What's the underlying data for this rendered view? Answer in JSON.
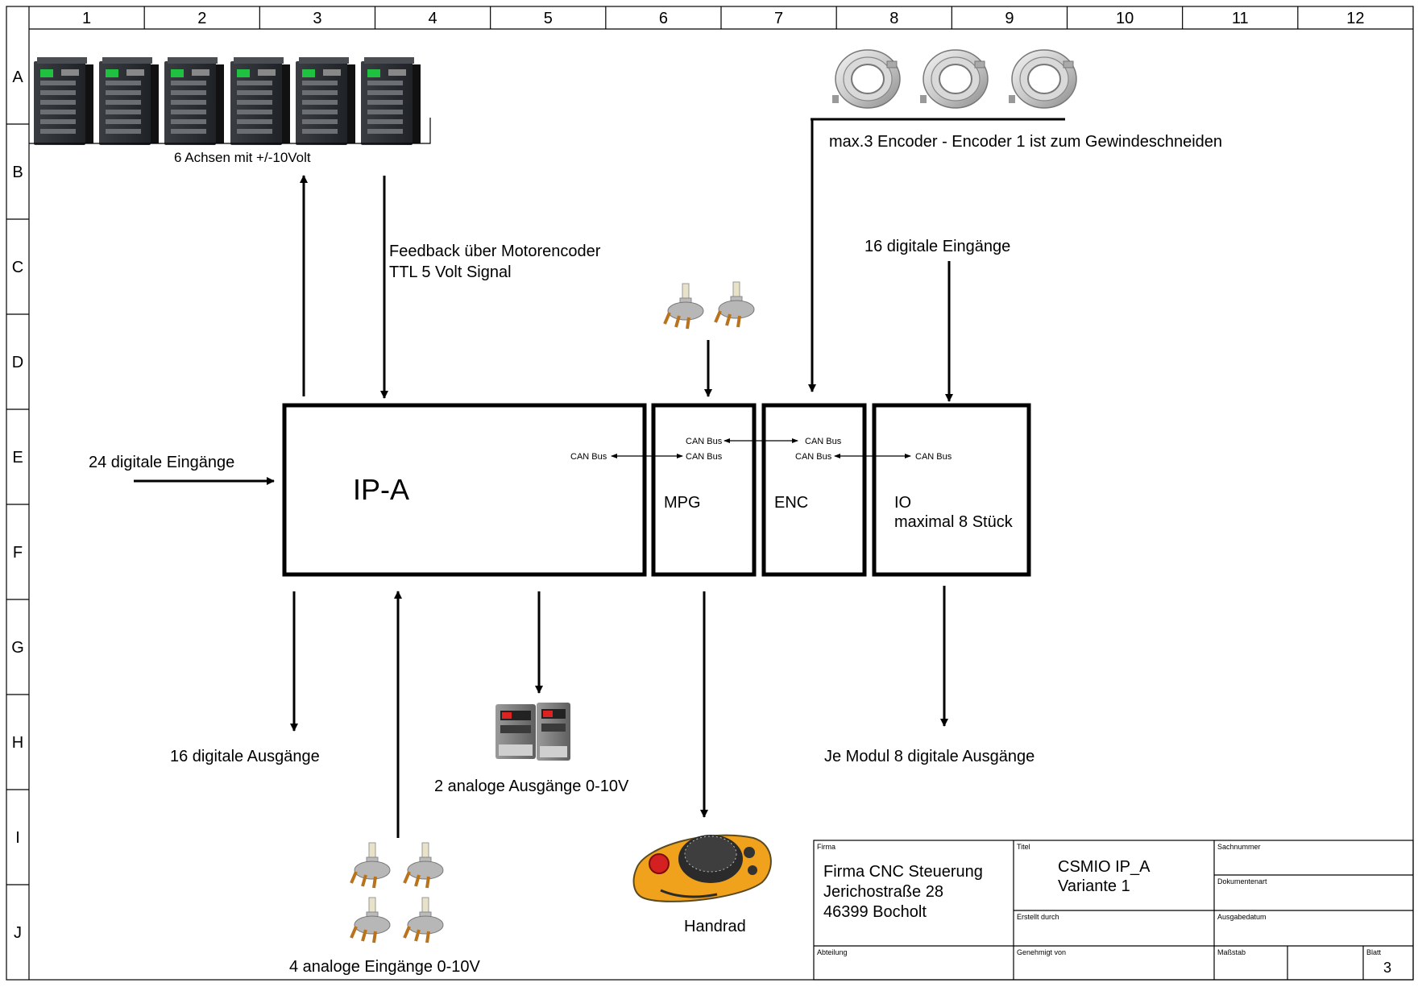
{
  "grid": {
    "columns": [
      "1",
      "2",
      "3",
      "4",
      "5",
      "6",
      "7",
      "8",
      "9",
      "10",
      "11",
      "12"
    ],
    "rows": [
      "A",
      "B",
      "C",
      "D",
      "E",
      "F",
      "G",
      "H",
      "I",
      "J"
    ]
  },
  "images": {
    "servo_drives": "servo-drive-picture",
    "encoders": "rotary-encoder-picture",
    "potentiometers": "potentiometer-picture",
    "vfd_drives": "frequency-inverter-picture",
    "handwheel": "handwheel-mpg-picture"
  },
  "labels": {
    "axes": "6 Achsen mit +/-10Volt",
    "feedback_line1": "Feedback über Motorencoder",
    "feedback_line2": "TTL 5 Volt Signal",
    "encoder_caption": "max.3 Encoder - Encoder 1 ist zum Gewindeschneiden",
    "io_inputs": "16 digitale Eingänge",
    "digital_inputs": "24 digitale Eingänge",
    "digital_outputs": "16 digitale Ausgänge",
    "analog_outputs": "2 analoge Ausgänge 0-10V",
    "analog_inputs": "4 analoge Eingänge 0-10V",
    "handrad": "Handrad",
    "io_outputs": "Je Modul  8 digitale Ausgänge"
  },
  "modules": {
    "ipa": "IP-A",
    "mpg": "MPG",
    "enc": "ENC",
    "io_line1": "IO",
    "io_line2": "maximal 8 Stück"
  },
  "can": {
    "label": "CAN Bus"
  },
  "titleblock": {
    "firma_label": "Firma",
    "firma_line1": "Firma CNC Steuerung",
    "firma_line2": "Jerichostraße 28",
    "firma_line3": "46399 Bocholt",
    "titel_label": "Titel",
    "titel_line1": "CSMIO IP_A",
    "titel_line2": "Variante 1",
    "sachnummer_label": "Sachnummer",
    "dokumentenart_label": "Dokumentenart",
    "erstellt_label": "Erstellt durch",
    "ausgabedatum_label": "Ausgabedatum",
    "abteilung_label": "Abteilung",
    "genehmigt_label": "Genehmigt von",
    "massstab_label": "Maßstab",
    "blatt_label": "Blatt",
    "blatt_value": "3"
  }
}
